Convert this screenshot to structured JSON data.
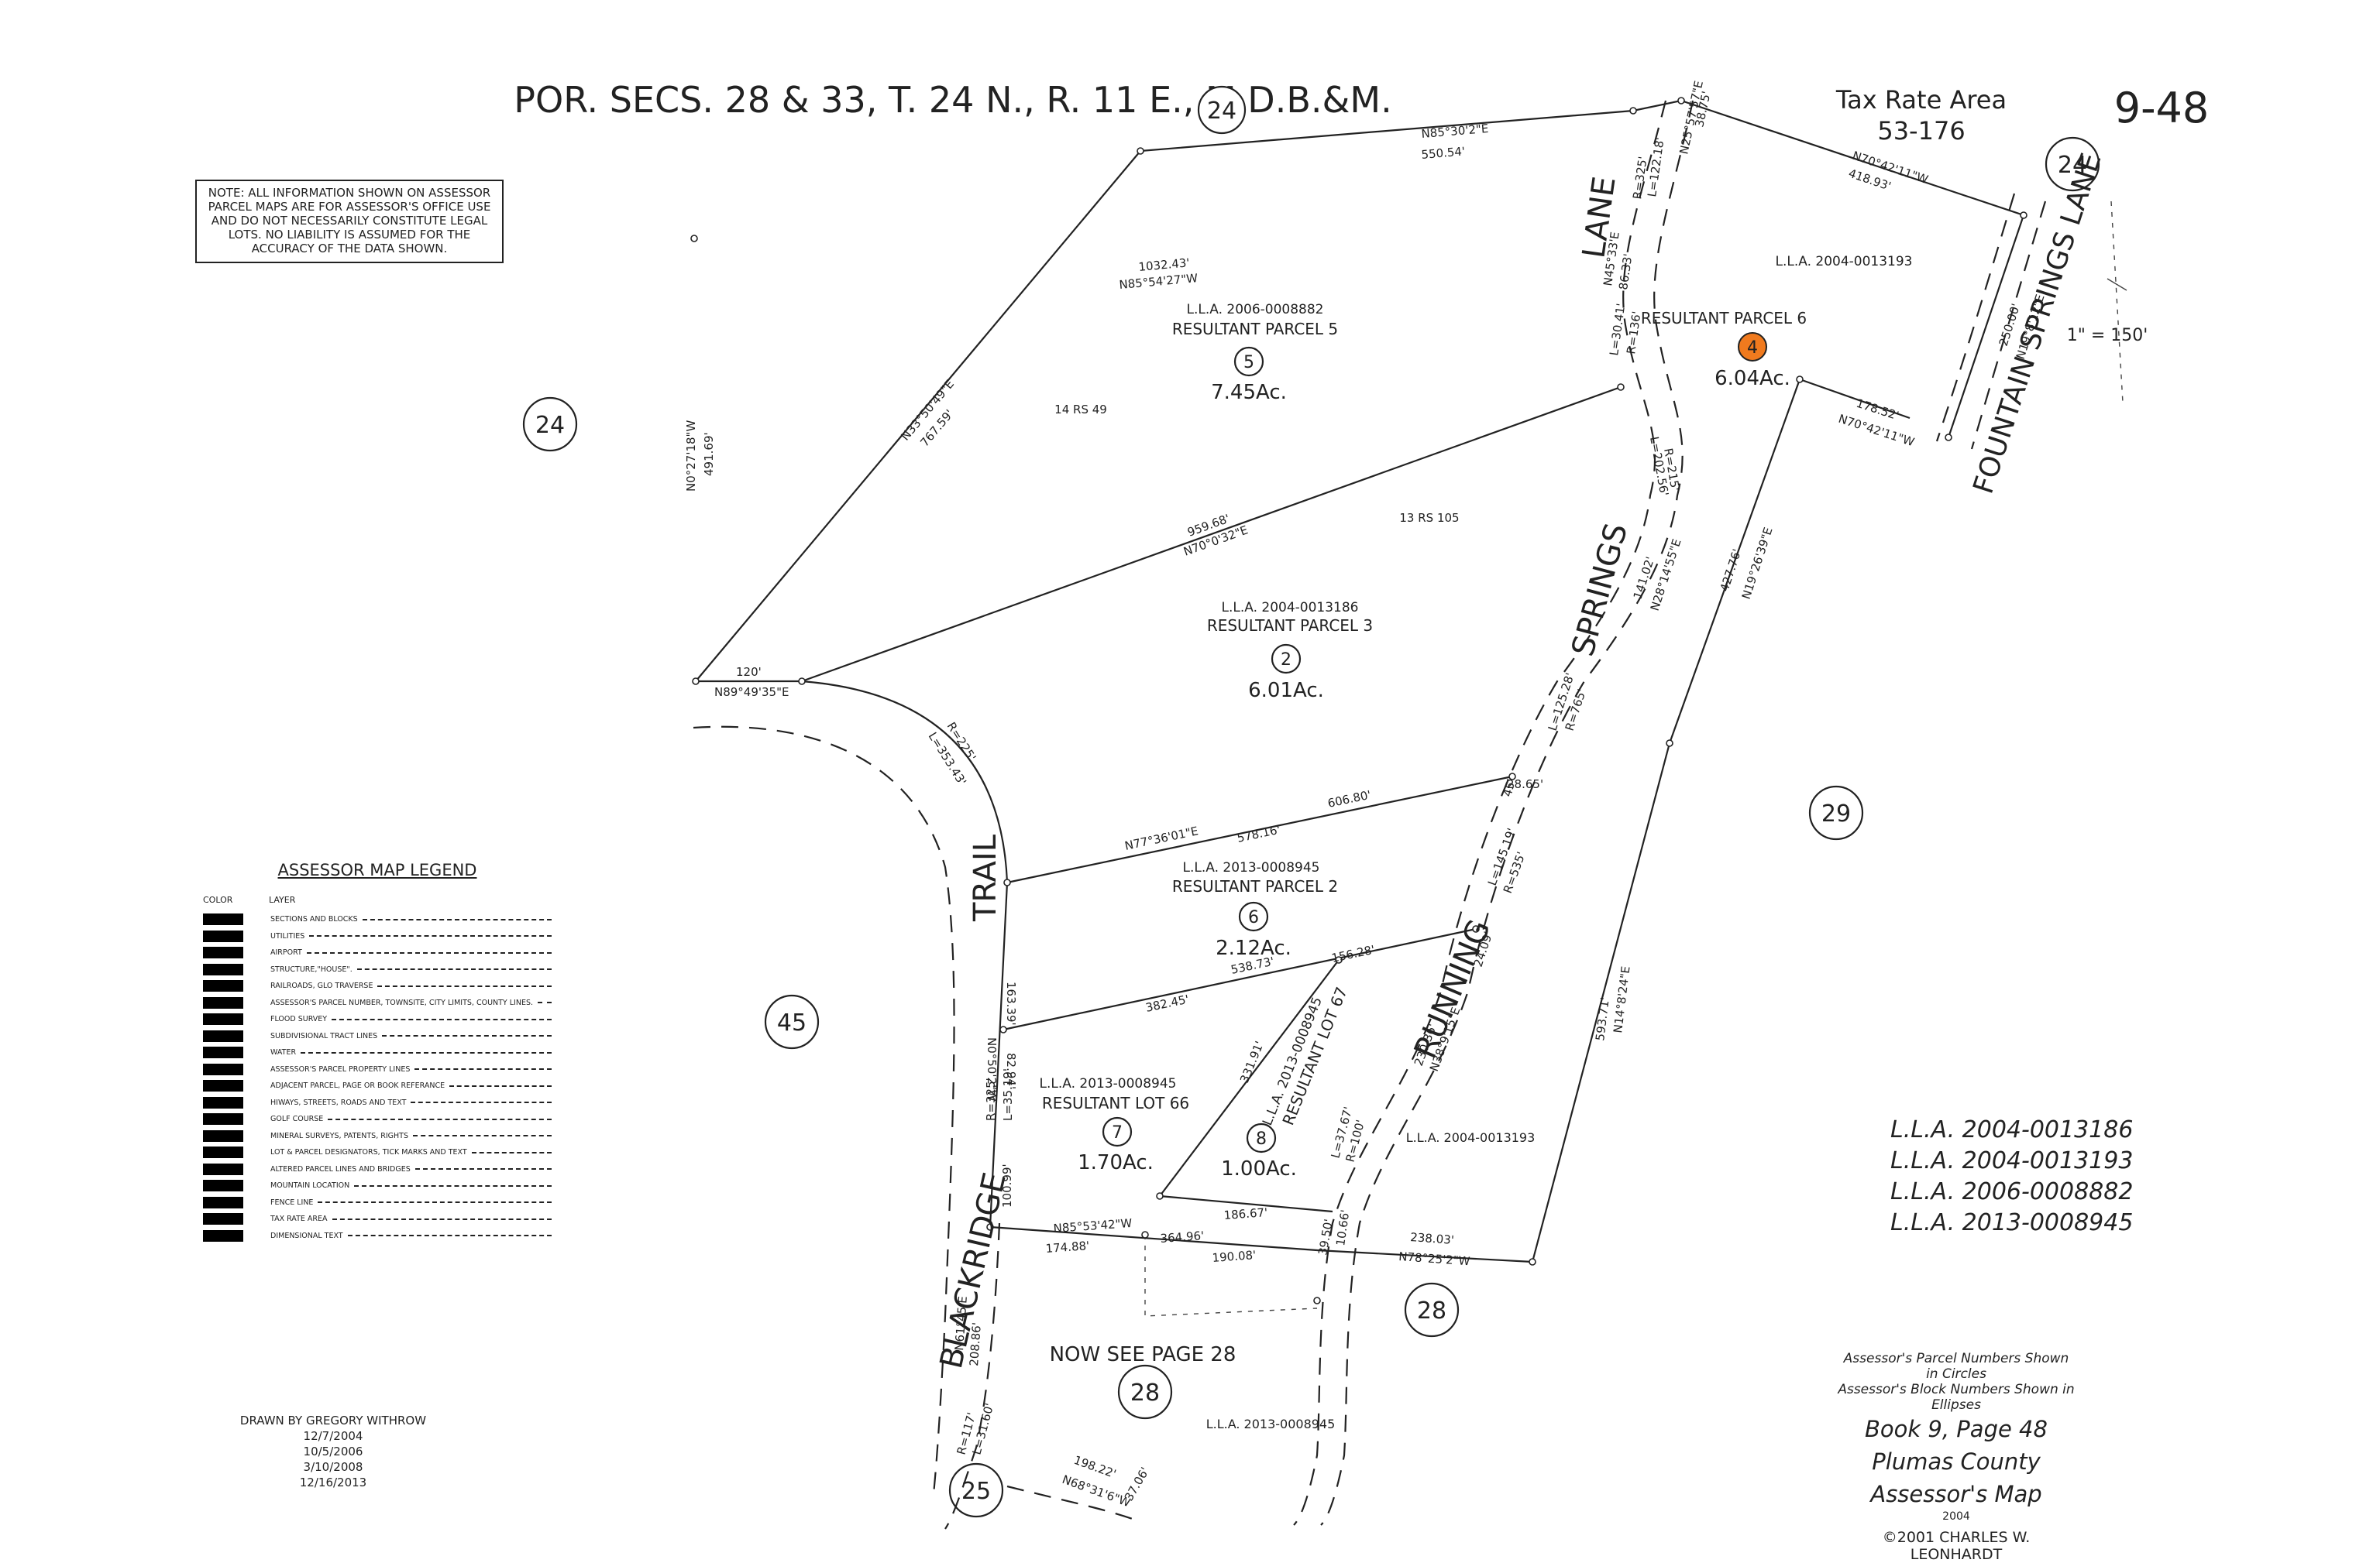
{
  "header": {
    "title": "POR. SECS. 28 & 33, T. 24 N., R. 11 E., M.D.B.&M.",
    "tax_rate_label": "Tax Rate Area",
    "tax_rate_value": "53-176",
    "page_number": "9-48",
    "scale": "1\" = 150'"
  },
  "note": "NOTE: ALL INFORMATION SHOWN ON ASSESSOR PARCEL MAPS ARE FOR ASSESSOR'S OFFICE USE AND DO NOT NECESSARILY CONSTITUTE LEGAL LOTS. NO LIABILITY IS ASSUMED FOR THE ACCURACY OF THE DATA SHOWN.",
  "roads": {
    "lane": "LANE",
    "springs": "SPRINGS",
    "running": "RUNNING",
    "trail": "TRAIL",
    "blackridge": "BLACKRIDGE",
    "fountain": "FOUNTAIN SPRINGS LANE"
  },
  "block_circles": {
    "b24_top": "24",
    "b24_left": "24",
    "b24_right": "24",
    "b45": "45",
    "b29": "29",
    "b28": "28",
    "b28_bottom": "28",
    "b25": "25"
  },
  "parcels": {
    "p5": {
      "lla": "L.L.A. 2006-0008882",
      "name": "RESULTANT PARCEL 5",
      "number": "5",
      "acres": "7.45Ac."
    },
    "p6": {
      "lla": "L.L.A. 2004-0013193",
      "name": "RESULTANT PARCEL 6",
      "number": "4",
      "acres": "6.04Ac."
    },
    "p3": {
      "lla": "L.L.A. 2004-0013186",
      "name": "RESULTANT PARCEL 3",
      "number": "2",
      "acres": "6.01Ac."
    },
    "p2": {
      "lla": "L.L.A. 2013-0008945",
      "name": "RESULTANT PARCEL 2",
      "number": "6",
      "acres": "2.12Ac."
    },
    "l66": {
      "lla": "L.L.A. 2013-0008945",
      "name": "RESULTANT LOT 66",
      "number": "7",
      "acres": "1.70Ac."
    },
    "l67": {
      "lla": "L.L.A. 2013-0008945",
      "name": "RESULTANT LOT 67",
      "number": "8",
      "acres": "1.00Ac."
    }
  },
  "misc_labels": {
    "rs49": "14 RS 49",
    "rs105": "13 RS 105",
    "lla_right": "L.L.A. 2004-0013193",
    "lla_bottom": "L.L.A. 2013-0008945",
    "now_see": "NOW SEE PAGE 28"
  },
  "dimensions": {
    "d1": "N85°30'2\"E",
    "d2": "550.54'",
    "d3": "N25°57'57\"E",
    "d4": "38.75'",
    "d5": "N70°42'11\"W",
    "d6": "418.93'",
    "d7": "1032.43'",
    "d8": "N85°54'27\"W",
    "d9": "N33°50'49\"E",
    "d10": "767.59'",
    "d11": "N0°27'18\"W",
    "d12": "491.69'",
    "d13": "959.68'",
    "d14": "N70°0'32\"E",
    "d15": "120'",
    "d16": "N89°49'35\"E",
    "d17": "R=225'",
    "d18": "L=353.43'",
    "d19": "606.80'",
    "d20": "N77°36'01\"E",
    "d21": "578.16'",
    "d22": "28.65'",
    "d23": "45'",
    "d24": "538.73'",
    "d25": "382.45'",
    "d26": "156.28'",
    "d27": "24.09'",
    "d28": "163.39'",
    "d29": "N0°50'2\"W",
    "d30": "82.94'",
    "d31": "R=325'",
    "d32": "L=35.19'",
    "d33": "100.99'",
    "d34": "N85°53'42\"W",
    "d35": "174.88'",
    "d36": "364.96'",
    "d37": "190.08'",
    "d38": "186.67'",
    "d39": "39.50'",
    "d40": "10.66'",
    "d41": "238.03'",
    "d42": "N78°25'2\"W",
    "d43": "593.71'",
    "d44": "N14°8'24\"E",
    "d45": "427.76'",
    "d46": "N19°26'39\"E",
    "d47": "178.52'",
    "d48": "N70°42'11\"W",
    "d49": "250.00'",
    "d50": "N19°8'12\"E",
    "d51": "R=325'",
    "d52": "L=122.18'",
    "d53": "N45°33'E",
    "d54": "86.33'",
    "d55": "L=30.41'",
    "d56": "R=136'",
    "d57": "L=202.56'",
    "d58": "R=215'",
    "d59": "141.02'",
    "d60": "N28°14'55\"E",
    "d61": "L=125.28'",
    "d62": "R=765'",
    "d63": "L=145.19'",
    "d64": "R=535'",
    "d65": "230.36'",
    "d66": "N38°9'15\"E",
    "d67": "331.91'",
    "d68": "L=37.67'",
    "d69": "R=100'",
    "d70": "208.86'",
    "d71": "N61°45'E",
    "d72": "R=117'",
    "d73": "L=31.60'",
    "d74": "198.22'",
    "d75": "N68°31'6\"W",
    "d76": "37.06'"
  },
  "legend": {
    "title": "ASSESSOR MAP LEGEND",
    "color_header": "COLOR",
    "layer_header": "LAYER",
    "items": [
      "SECTIONS AND BLOCKS",
      "UTILITIES",
      "AIRPORT",
      "STRUCTURE,\"HOUSE\".",
      "RAILROADS, GLO TRAVERSE",
      "ASSESSOR'S PARCEL NUMBER, TOWNSITE, CITY LIMITS, COUNTY LINES.",
      "FLOOD SURVEY",
      "SUBDIVISIONAL TRACT LINES",
      "WATER",
      "ASSESSOR'S PARCEL PROPERTY LINES",
      "ADJACENT PARCEL, PAGE OR BOOK REFERANCE",
      "HIWAYS, STREETS, ROADS AND TEXT",
      "GOLF COURSE",
      "MINERAL SURVEYS, PATENTS, RIGHTS",
      "LOT & PARCEL DESIGNATORS, TICK MARKS AND TEXT",
      "ALTERED PARCEL LINES AND BRIDGES",
      "MOUNTAIN LOCATION",
      "FENCE LINE",
      "TAX RATE AREA",
      "DIMENSIONAL TEXT"
    ]
  },
  "drawn_by": {
    "name": "DRAWN BY GREGORY WITHROW",
    "dates": [
      "12/7/2004",
      "10/5/2006",
      "3/10/2008",
      "12/16/2013"
    ]
  },
  "lla_list": [
    "L.L.A. 2004-0013186",
    "L.L.A. 2004-0013193",
    "L.L.A. 2006-0008882",
    "L.L.A. 2013-0008945"
  ],
  "footer": {
    "circles_note": "Assessor's Parcel Numbers Shown in Circles",
    "ellipses_note": "Assessor's Block Numbers Shown in Ellipses",
    "book": "Book 9, Page 48",
    "county": "Plumas County Assessor's Map",
    "year": "2004",
    "copyright": "©2001 CHARLES W. LEONHARDT"
  },
  "colors": {
    "highlight": "#f07a1e",
    "ink": "#222222"
  }
}
